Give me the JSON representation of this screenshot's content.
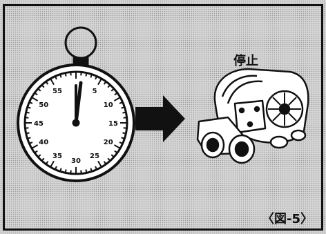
{
  "diagram": {
    "status_label": "停止",
    "figure_caption": "〈図-5〉"
  },
  "stopwatch": {
    "dial_numbers": [
      "55",
      "5",
      "10",
      "15",
      "20",
      "25",
      "30",
      "35",
      "40",
      "45",
      "50"
    ]
  },
  "colors": {
    "ink": "#111111",
    "paper": "#ffffff",
    "screen": "#d6d6d6"
  }
}
